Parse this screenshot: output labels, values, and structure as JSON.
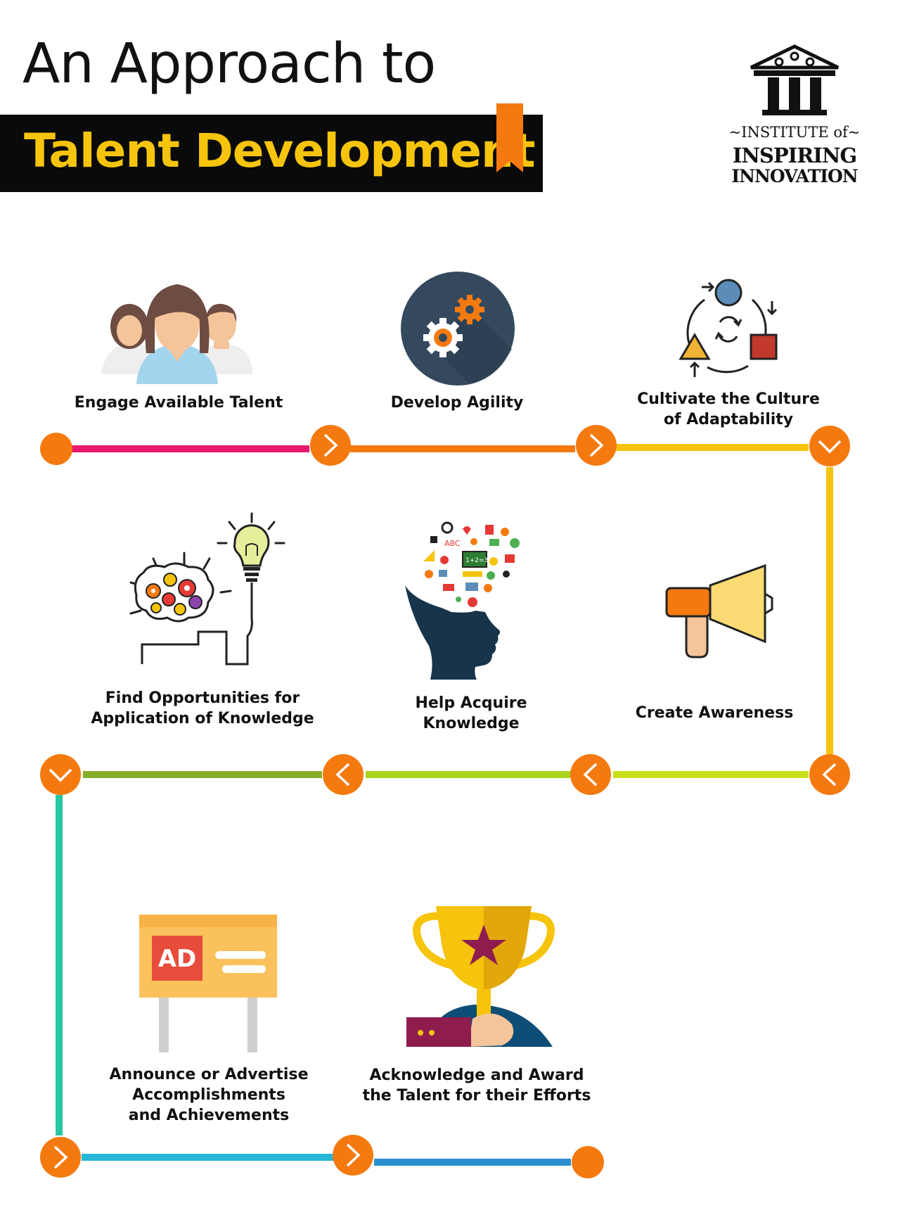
{
  "header": {
    "title_line1": "An Approach to",
    "title_line2": "Talent Development"
  },
  "logo": {
    "line1": "~INSTITUTE of~",
    "line2": "INSPIRING",
    "line3": "INNOVATION"
  },
  "colors": {
    "accent_orange": "#f47a10",
    "title_yellow": "#f6c40d",
    "bar_black": "#0a0a0a"
  },
  "steps": [
    {
      "label": "Engage Available Talent",
      "icon": "people-group-icon"
    },
    {
      "label": "Develop Agility",
      "icon": "gears-icon"
    },
    {
      "label": "Cultivate the Culture\nof Adaptability",
      "icon": "adaptability-cycle-icon"
    },
    {
      "label": "Create Awareness",
      "icon": "megaphone-icon"
    },
    {
      "label": "Help Acquire\nKnowledge",
      "icon": "head-knowledge-icon"
    },
    {
      "label": "Find Opportunities for\nApplication of Knowledge",
      "icon": "brain-lightbulb-icon"
    },
    {
      "label": "Announce or Advertise\nAccomplishments\nand Achievements",
      "icon": "ad-billboard-icon"
    },
    {
      "label": "Acknowledge and Award\nthe Talent for their Efforts",
      "icon": "trophy-award-icon"
    }
  ],
  "ad_board_text": "AD"
}
